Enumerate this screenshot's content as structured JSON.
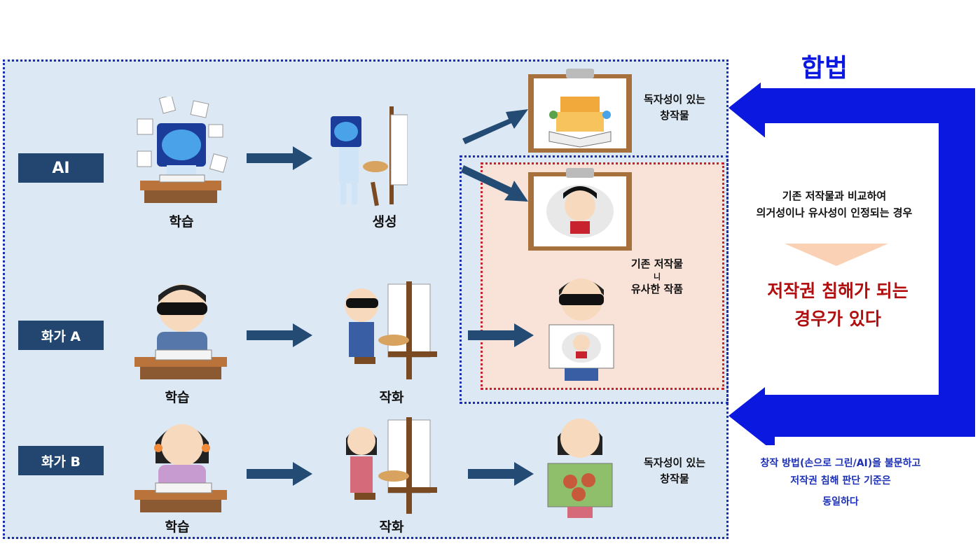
{
  "labels": {
    "ai": "AI",
    "painter_a": "화가 A",
    "painter_b": "화가 B"
  },
  "captions": {
    "ai_learn": "학습",
    "ai_generate": "생성",
    "a_learn": "학습",
    "a_paint": "작화",
    "b_learn": "학습",
    "b_paint": "작화"
  },
  "notes": {
    "original_line1": "독자성이 있는",
    "original_line2": "창작물",
    "similar_line1": "기존 저작물",
    "similar_line2": "니",
    "similar_line3": "유사한 작품",
    "b_original_line1": "독자성이 있는",
    "b_original_line2": "창작물"
  },
  "right": {
    "legal": "합법",
    "condition_line1": "기존 저작물과 비교하여",
    "condition_line2": "의거성이나 유사성이 인정되는 경우",
    "infringe_line1": "저작권 침해가 되는",
    "infringe_line2": "경우가 있다",
    "footer_line1": "창작 방법(손으로 그린/AI)을 불문하고",
    "footer_line2": "저작권 침해 판단 기준은",
    "footer_line3": "동일하다"
  },
  "colors": {
    "panel_bg": "#dde8f5",
    "label_bg": "#22466f",
    "arrow": "#234b74",
    "legal_blue": "#0b18e0",
    "infringe_red": "#b10f0f",
    "pink_bg": "#f9e2d7"
  }
}
